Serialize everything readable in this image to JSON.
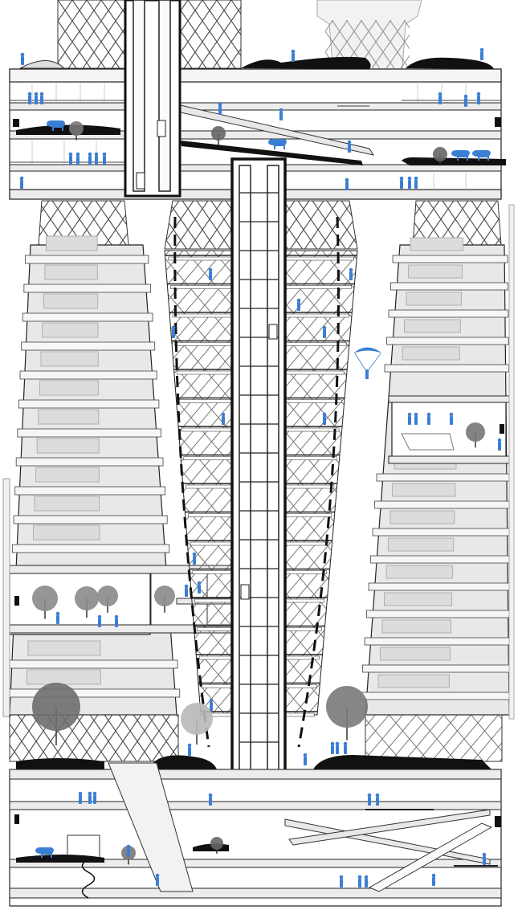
{
  "drawing": {
    "type": "architectural-section",
    "printed_text": "",
    "elements": {
      "towers": [
        "left-tower",
        "center-tower",
        "right-tower"
      ],
      "cores": [
        "upper-elevator-core",
        "main-elevator-core"
      ],
      "bridges": [
        "top-sky-bridge",
        "middle-sky-bridge",
        "base-podium"
      ],
      "features": [
        "trees",
        "people-figures",
        "animals",
        "paraglider",
        "ramps",
        "escalator",
        "spiral-stair"
      ]
    },
    "colors": {
      "figures": "#3b7fd4",
      "lines": "#1a1a1a",
      "tower_fill": "#e6e6e6",
      "tree_dark": "#6e6e6e",
      "tree_light": "#b8b8b8",
      "core_fill": "#ffffff"
    }
  }
}
